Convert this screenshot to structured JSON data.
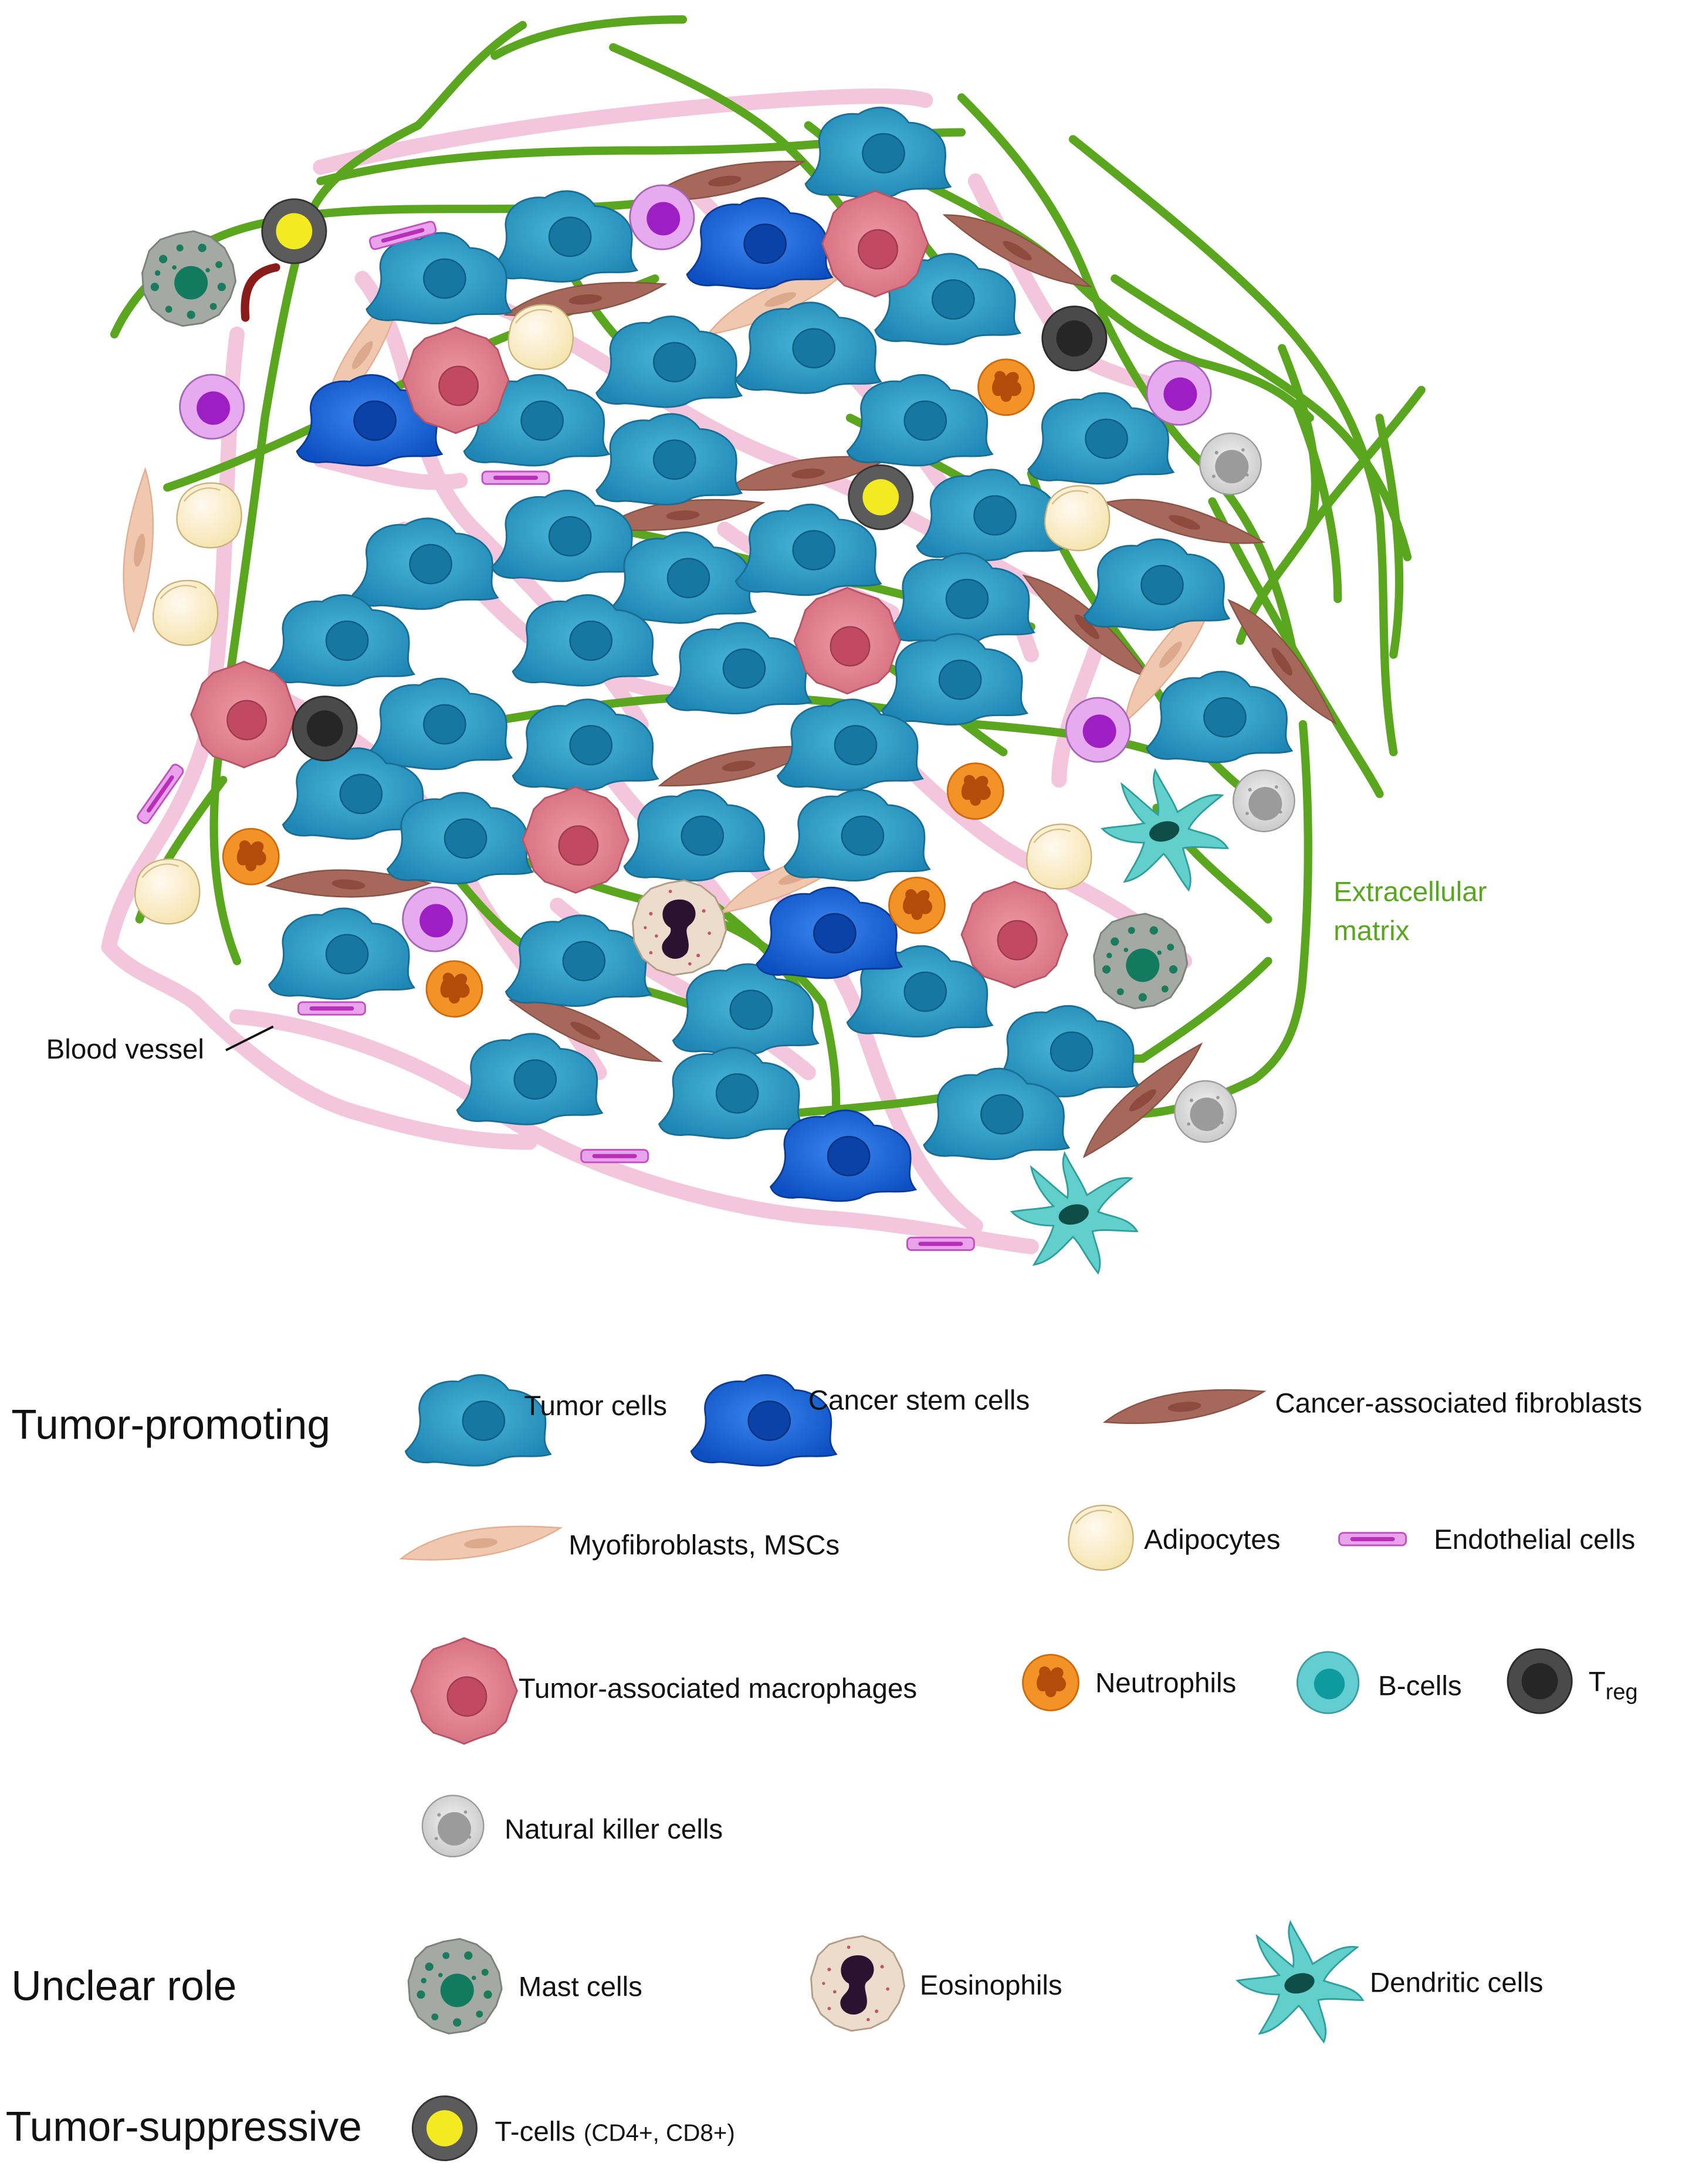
{
  "diagram": {
    "labels": {
      "extracellular_matrix_line1": "Extracellular",
      "extracellular_matrix_line2": "matrix",
      "blood_vessel": "Blood vessel"
    }
  },
  "legend": {
    "groups": {
      "promoting": "Tumor-promoting",
      "unclear": "Unclear role",
      "suppressive": "Tumor-suppressive"
    },
    "items": {
      "tumor": "Tumor cells",
      "stem": "Cancer stem cells",
      "caf": "Cancer-associated fibroblasts",
      "myo": "Myofibroblasts, MSCs",
      "adipo": "Adipocytes",
      "endo": "Endothelial cells",
      "tam": "Tumor-associated macrophages",
      "neut": "Neutrophils",
      "bcell": "B-cells",
      "treg_main": "T",
      "treg_sub": "reg",
      "nk": "Natural killer cells",
      "mast": "Mast cells",
      "eos": "Eosinophils",
      "dc": "Dendritic cells",
      "tcell_main": "T-cells",
      "tcell_sub": "(CD4+, CD8+)"
    }
  },
  "colors": {
    "ecm": "#5aa61e",
    "vessel": "#f2c9de",
    "tumor": "#2b9cc3",
    "stem": "#1663d6",
    "caf": "#a6685a",
    "myo": "#efc3a8",
    "adipo": "#fbeec2",
    "endo": "#d34fd0",
    "tam": "#d9717f",
    "neut": "#f08412",
    "bcell": "#9d33c4",
    "treg": "#3a3a3a",
    "nk": "#a9a9a9",
    "mast": "#9aa29b",
    "eos": "#e9d9c7",
    "dc": "#5ec8c6",
    "tcell": "#f3e82a"
  }
}
